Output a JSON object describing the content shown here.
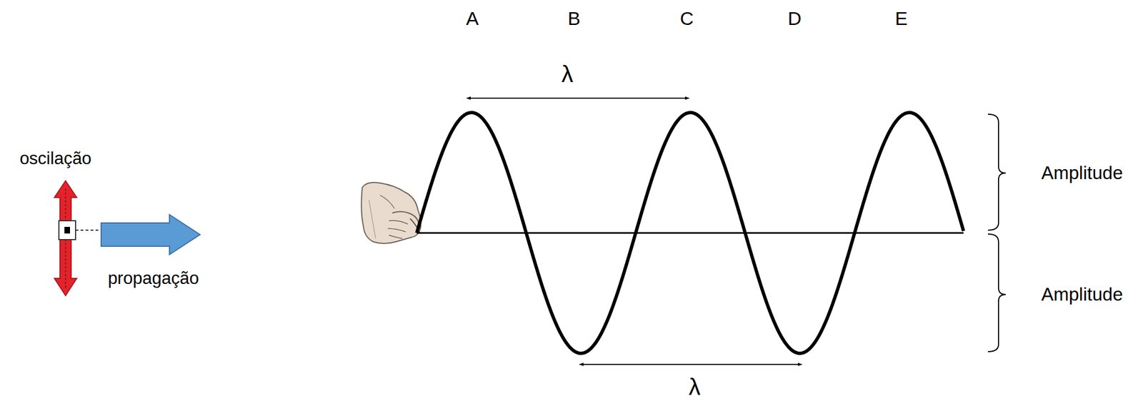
{
  "diagram": {
    "labels": [
      "oscilação",
      "propagação",
      "A",
      "B",
      "C",
      "D",
      "E",
      "λ",
      "Amplitude",
      "Amplitude",
      "λ"
    ]
  }
}
